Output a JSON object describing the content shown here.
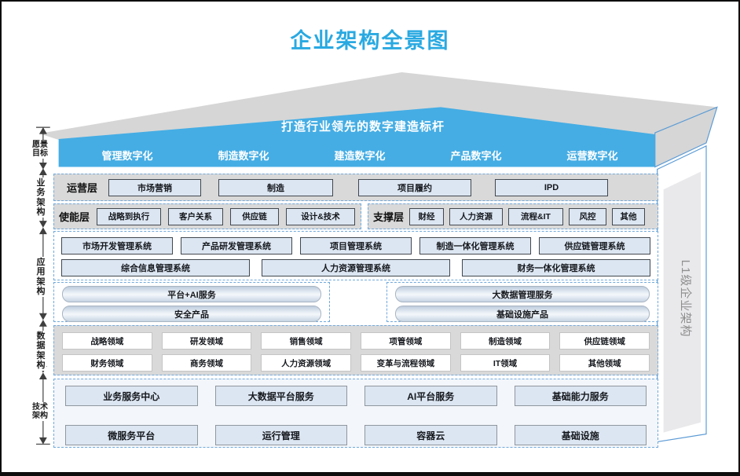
{
  "title": "企业架构全景图",
  "roof": {
    "slogan": "打造行业领先的数字建造标杆",
    "banner_items": [
      "管理数字化",
      "制造数字化",
      "建造数字化",
      "产品数字化",
      "运营数字化"
    ]
  },
  "left_rail": [
    "愿景目标",
    "业务架构",
    "应用架构",
    "数据架构",
    "技术架构"
  ],
  "right_panel": "L1级企业架构",
  "business": {
    "operations_label": "运营层",
    "operations_boxes": [
      "市场营销",
      "制造",
      "项目履约",
      "IPD"
    ],
    "enable_label": "使能层",
    "enable_boxes": [
      "战略到执行",
      "客户关系",
      "供应链",
      "设计&技术"
    ],
    "support_label": "支撑层",
    "support_boxes": [
      "财经",
      "人力资源",
      "流程&IT",
      "风控",
      "其他"
    ]
  },
  "application": {
    "systems_row1": [
      "市场开发管理系统",
      "产品研发管理系统",
      "项目管理系统",
      "制造一体化管理系统",
      "供应链管理系统"
    ],
    "systems_row2": [
      "综合信息管理系统",
      "人力资源管理系统",
      "财务一体化管理系统"
    ],
    "platform_left": [
      "平台+AI服务",
      "安全产品"
    ],
    "platform_right": [
      "大数据管理服务",
      "基础设施产品"
    ]
  },
  "data_domains": {
    "row1": [
      "战略领域",
      "研发领域",
      "销售领域",
      "项管领域",
      "制造领域",
      "供应链领域"
    ],
    "row2": [
      "财务领域",
      "商务领域",
      "人力资源领域",
      "变革与流程领域",
      "IT领域",
      "其他领域"
    ]
  },
  "technology": {
    "row1": [
      "业务服务中心",
      "大数据平台服务",
      "AI平台服务",
      "基础能力服务"
    ],
    "row2": [
      "微服务平台",
      "运行管理",
      "容器云",
      "基础设施"
    ]
  },
  "colors": {
    "title_blue": "#29A9E1",
    "banner_blue": "#45ADE4",
    "roof_gray": "#D6D6D6",
    "box_fill_blue": "#DCE6F2",
    "dashed_border_blue": "#70A9DC",
    "panel_gray": "#D9D9D9"
  }
}
